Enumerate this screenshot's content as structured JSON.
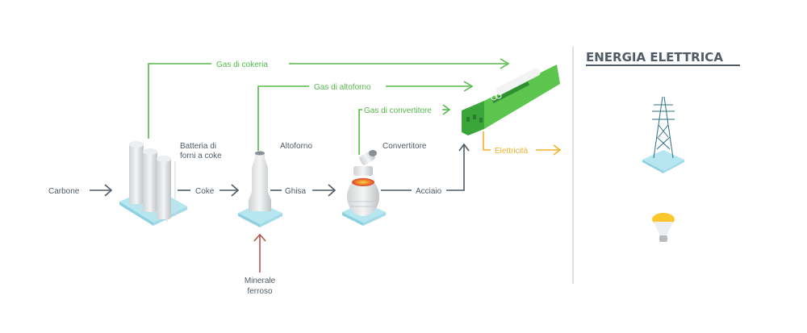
{
  "diagram": {
    "title": "ENERGIA ELETTRICA",
    "flows": {
      "carbone": "Carbone",
      "coke": "Coke",
      "ghisa": "Ghisa",
      "acciaio": "Acciaio",
      "gas_cokeria": "Gas di cokeria",
      "gas_altoforno": "Gas di altoforno",
      "gas_convertitore": "Gas di convertitore",
      "elettricita": "Elettricità",
      "minerale_line1": "Minerale",
      "minerale_line2": "ferroso"
    },
    "stations": {
      "batteria_line1": "Batteria di",
      "batteria_line2": "forni a coke",
      "altoforno": "Altoforno",
      "convertitore": "Convertitore"
    },
    "colors": {
      "gas": "#56b94b",
      "material": "#4f5b66",
      "ore": "#b5554e",
      "electricity": "#f2b12c",
      "platform": "#b6e6f0"
    }
  }
}
